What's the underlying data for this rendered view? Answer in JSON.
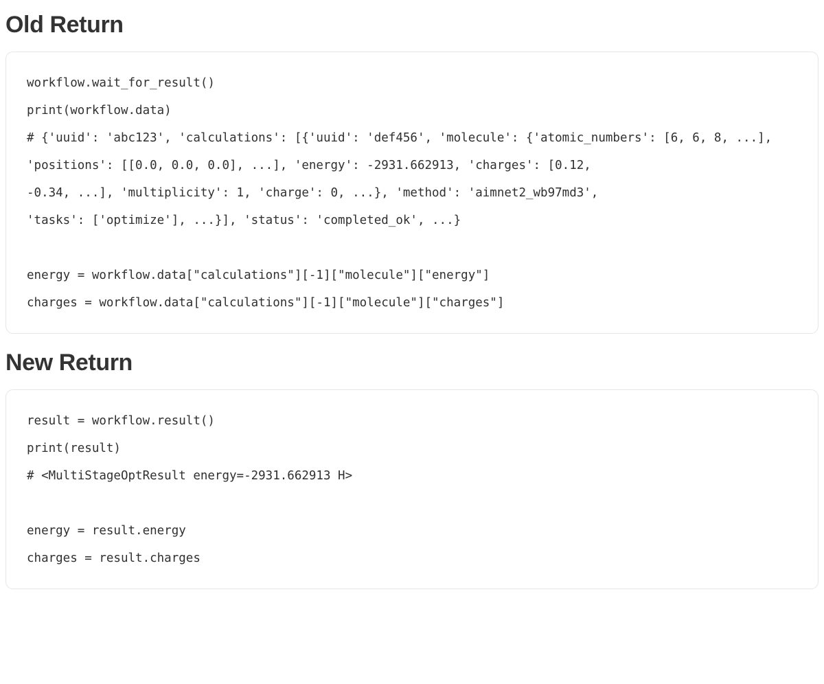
{
  "sections": [
    {
      "id": "old-return",
      "heading": "Old Return",
      "code_lines": [
        "workflow.wait_for_result()",
        "print(workflow.data)",
        "# {'uuid': 'abc123', 'calculations': [{'uuid': 'def456', 'molecule': {'atomic_numbers': [6, 6, 8, ...], 'positions': [[0.0, 0.0, 0.0], ...], 'energy': -2931.662913, 'charges': [0.12,",
        "-0.34, ...], 'multiplicity': 1, 'charge': 0, ...}, 'method': 'aimnet2_wb97md3',",
        "'tasks': ['optimize'], ...}], 'status': 'completed_ok', ...}",
        "",
        "energy = workflow.data[\"calculations\"][-1][\"molecule\"][\"energy\"]",
        "charges = workflow.data[\"calculations\"][-1][\"molecule\"][\"charges\"]"
      ]
    },
    {
      "id": "new-return",
      "heading": "New Return",
      "code_lines": [
        "result = workflow.result()",
        "print(result)",
        "# <MultiStageOptResult energy=-2931.662913 H>",
        "",
        "energy = result.energy",
        "charges = result.charges"
      ]
    }
  ],
  "colors": {
    "page_background": "#ffffff",
    "heading_text": "#333333",
    "code_text": "#303030",
    "card_border": "#e6e6e6"
  }
}
